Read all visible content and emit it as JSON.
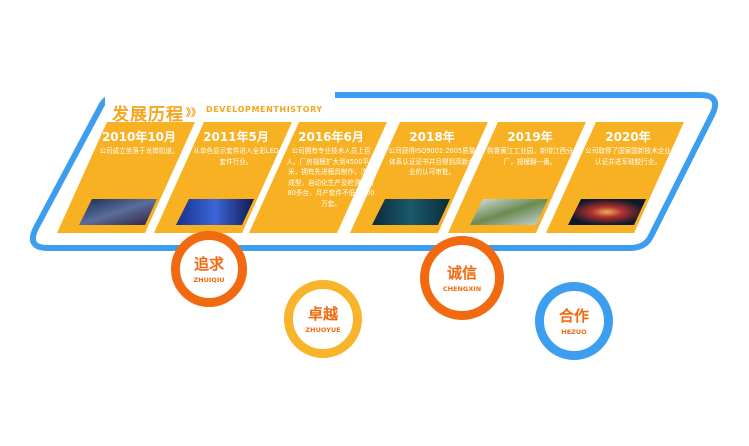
{
  "header": {
    "title": "发展历程",
    "arrows": "》》",
    "subtitle": "DEVELOPMENTHISTORY"
  },
  "colors": {
    "card": "#f8b122",
    "frame": "#3d9ef0",
    "title": "#f5a51f"
  },
  "timeline": [
    {
      "year": "2010年10月",
      "desc": "公司成立坐落于龙岗街道。",
      "image": "city-skyline"
    },
    {
      "year": "2011年5月",
      "desc": "从单色显示套件进入全彩LED套件行业。",
      "image": "led-display"
    },
    {
      "year": "2016年6月",
      "desc": "公司拥有专业技术人员上百人，厂房规模扩大到4500平方米，拥有先进模具制作，注塑成型，自动化生产及检测设备80多台，月产套件不低于300万套。",
      "image": ""
    },
    {
      "year": "2018年",
      "desc": "公司获得ISO9001:2005质量体系认证证书并且得到高新企业的认可审批。",
      "image": "led-pattern"
    },
    {
      "year": "2019年",
      "desc": "购置黄江工业园，新增江西分厂，规模翻一番。",
      "image": "industrial-park"
    },
    {
      "year": "2020年",
      "desc": "公司取得了国家国新技术企业认证并进军硅胶行业。",
      "image": "led-star"
    }
  ],
  "values": [
    {
      "cn": "追求",
      "en": "ZHUIQIU",
      "color": "#f26a10"
    },
    {
      "cn": "卓越",
      "en": "ZHUOYUE",
      "color": "#f8b42a"
    },
    {
      "cn": "诚信",
      "en": "CHENGXIN",
      "color": "#f26a10"
    },
    {
      "cn": "合作",
      "en": "HEZUO",
      "color": "#3d9ef0"
    }
  ]
}
